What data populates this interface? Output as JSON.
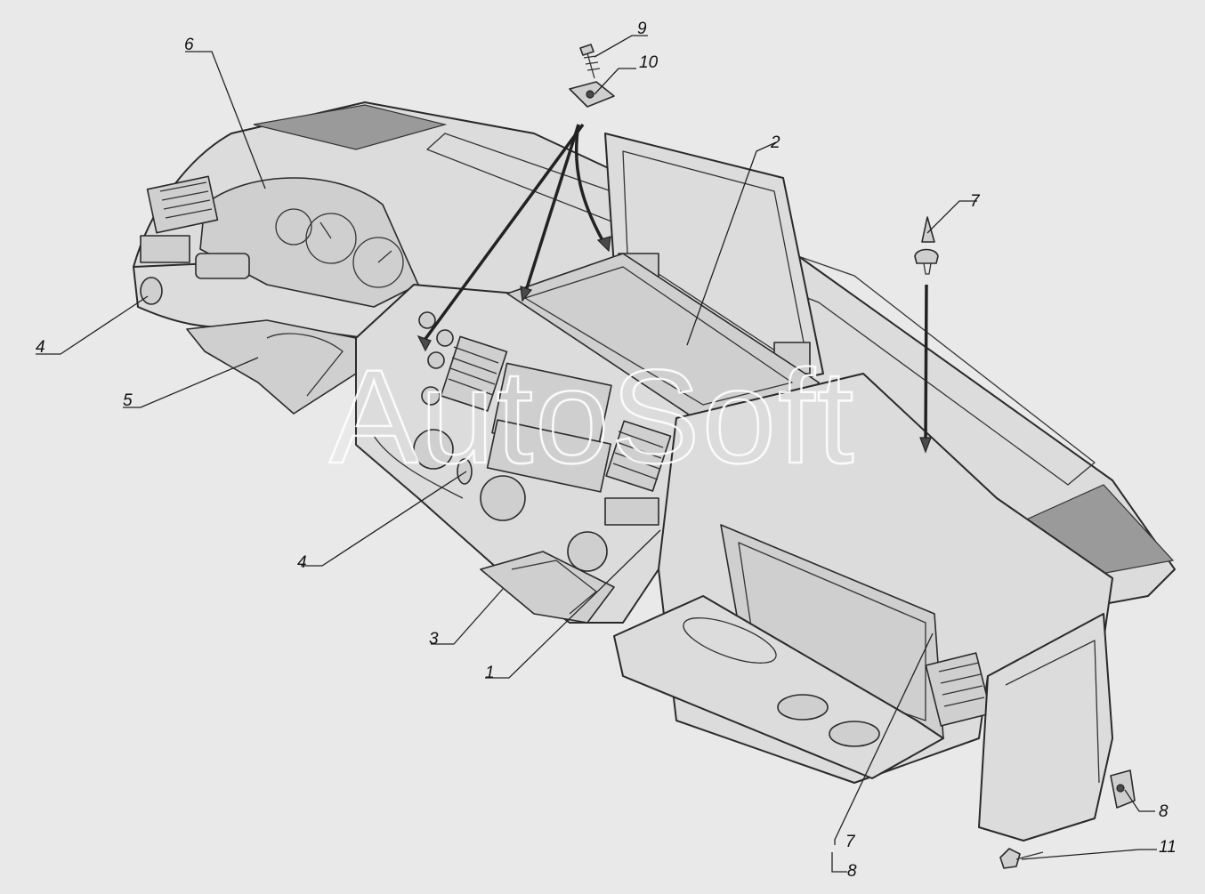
{
  "watermark": "AutoSoft",
  "callouts": [
    {
      "id": "c6",
      "label": "6"
    },
    {
      "id": "c9",
      "label": "9"
    },
    {
      "id": "c10",
      "label": "10"
    },
    {
      "id": "c2",
      "label": "2"
    },
    {
      "id": "c7a",
      "label": "7"
    },
    {
      "id": "c4a",
      "label": "4"
    },
    {
      "id": "c5",
      "label": "5"
    },
    {
      "id": "c4b",
      "label": "4"
    },
    {
      "id": "c3",
      "label": "3"
    },
    {
      "id": "c1",
      "label": "1"
    },
    {
      "id": "c7b",
      "label": "7"
    },
    {
      "id": "c8a",
      "label": "8"
    },
    {
      "id": "c8b",
      "label": "8"
    },
    {
      "id": "c11",
      "label": "11"
    }
  ]
}
